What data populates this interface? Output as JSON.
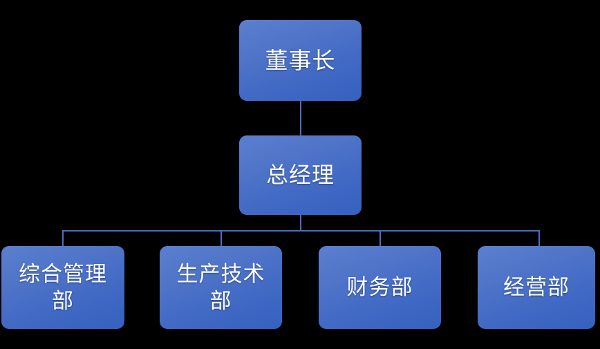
{
  "chart_data": {
    "type": "diagram",
    "diagram_type": "organizational-chart",
    "title": "",
    "orientation": "top-down",
    "background_color": "#000000",
    "node_fill_top": "#5b7fd0",
    "node_fill_bottom": "#3561bf",
    "node_text_color": "#ffffff",
    "connector_color": "#4a6fc4",
    "levels": 3,
    "nodes": [
      {
        "id": "chairman",
        "label": "董事长",
        "level": 1,
        "parent": null
      },
      {
        "id": "gm",
        "label": "总经理",
        "level": 2,
        "parent": "chairman"
      },
      {
        "id": "dept1",
        "label": "综合管理\n部",
        "level": 3,
        "parent": "gm"
      },
      {
        "id": "dept2",
        "label": "生产技术\n部",
        "level": 3,
        "parent": "gm"
      },
      {
        "id": "dept3",
        "label": "财务部",
        "level": 3,
        "parent": "gm"
      },
      {
        "id": "dept4",
        "label": "经营部",
        "level": 3,
        "parent": "gm"
      }
    ],
    "edges": [
      {
        "from": "chairman",
        "to": "gm"
      },
      {
        "from": "gm",
        "to": "dept1"
      },
      {
        "from": "gm",
        "to": "dept2"
      },
      {
        "from": "gm",
        "to": "dept3"
      },
      {
        "from": "gm",
        "to": "dept4"
      }
    ]
  },
  "chart": {
    "chairman": {
      "label": "董事长"
    },
    "general_manager": {
      "label": "总经理"
    },
    "departments": [
      {
        "label": "综合管理\n部"
      },
      {
        "label": "生产技术\n部"
      },
      {
        "label": "财务部"
      },
      {
        "label": "经营部"
      }
    ]
  }
}
